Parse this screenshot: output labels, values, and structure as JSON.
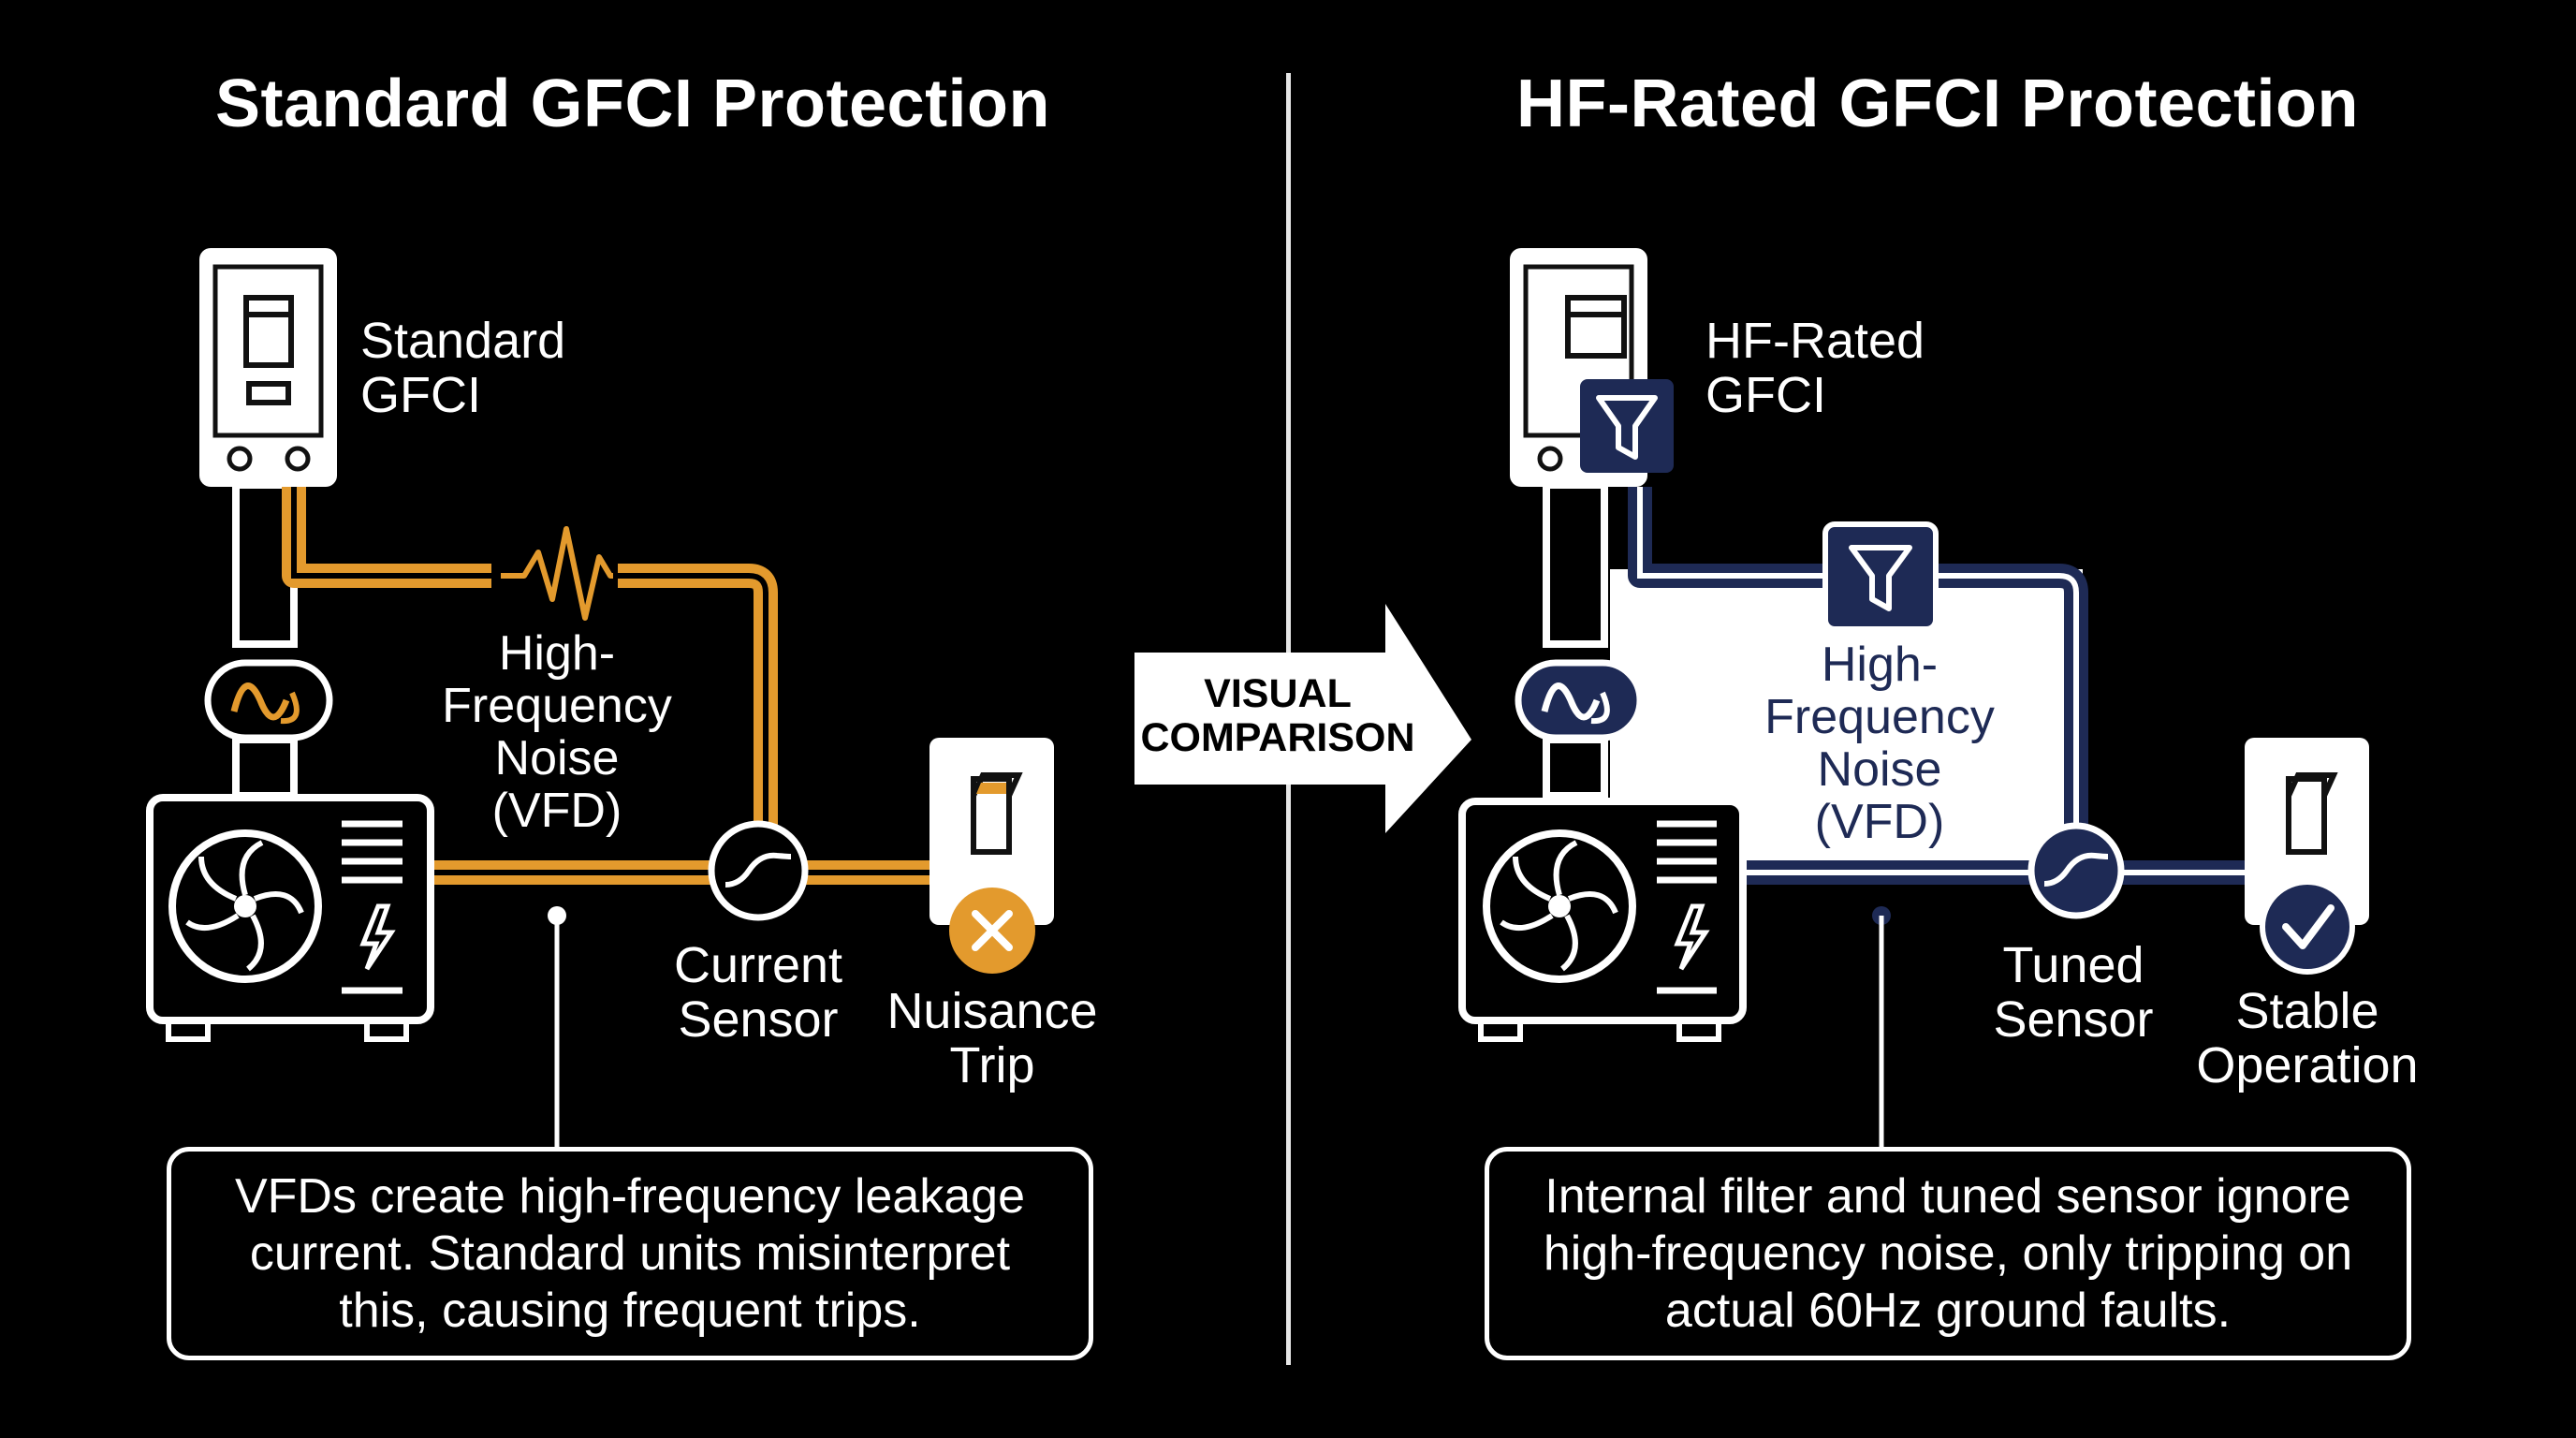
{
  "left": {
    "title": "Standard GFCI Protection",
    "device_label_line1": "Standard",
    "device_label_line2": "GFCI",
    "noise_line1": "High-",
    "noise_line2": "Frequency",
    "noise_line3": "Noise",
    "noise_line4": "(VFD)",
    "sensor_line1": "Current",
    "sensor_line2": "Sensor",
    "result_line1": "Nuisance",
    "result_line2": "Trip",
    "callout_line1": "VFDs create high-frequency leakage",
    "callout_line2": "current. Standard units misinterpret",
    "callout_line3": "this, causing frequent trips.",
    "icons": [
      "gfci-outlet-icon",
      "sine-wave-icon",
      "noise-wave-icon",
      "current-sensor-icon",
      "hvac-unit-icon",
      "breaker-switch-icon",
      "x-mark-icon"
    ]
  },
  "right": {
    "title": "HF-Rated GFCI Protection",
    "device_label_line1": "HF-Rated",
    "device_label_line2": "GFCI",
    "noise_line1": "High-",
    "noise_line2": "Frequency",
    "noise_line3": "Noise",
    "noise_line4": "(VFD)",
    "sensor_line1": "Tuned",
    "sensor_line2": "Sensor",
    "result_line1": "Stable",
    "result_line2": "Operation",
    "callout_line1": "Internal filter and tuned sensor ignore",
    "callout_line2": "high-frequency noise, only tripping on",
    "callout_line3": "actual 60Hz ground faults.",
    "icons": [
      "gfci-outlet-icon",
      "filter-icon",
      "sine-wave-icon",
      "tuned-sensor-icon",
      "hvac-unit-icon",
      "breaker-switch-icon",
      "check-mark-icon"
    ]
  },
  "arrow": {
    "line1": "VISUAL",
    "line2": "COMPARISON"
  },
  "colors": {
    "background": "#000000",
    "standard_accent": "#e39a2d",
    "hf_accent": "#1e2a55",
    "foreground": "#ffffff"
  }
}
